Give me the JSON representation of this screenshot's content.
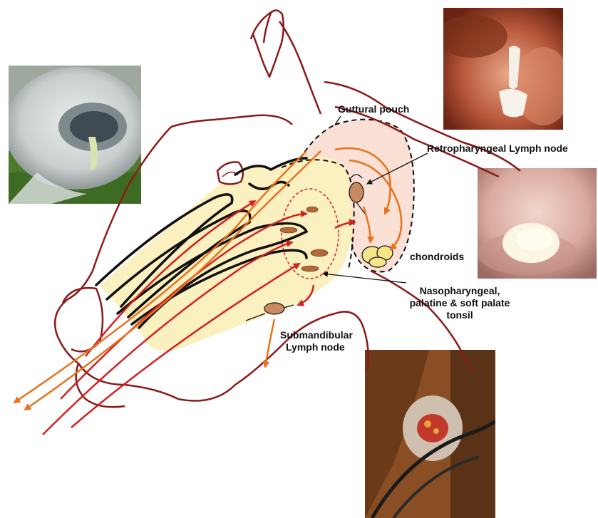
{
  "labels": {
    "guttural_pouch": "Guttural pouch",
    "retropharyngeal": "Retropharyngeal Lymph node",
    "chondroids": "chondroids",
    "tonsil_line1": "Nasopharyngeal,",
    "tonsil_line2": "palatine & soft palate",
    "tonsil_line3": "tonsil",
    "submandibular_line1": "Submandibular",
    "submandibular_line2": "Lymph node"
  },
  "photos": {
    "nostril": "photo-nasal-discharge",
    "guttural_endoscopy": "photo-guttural-pouch-endoscopy",
    "chondroid_endoscopy": "photo-chondroid-endoscopy",
    "abscess": "photo-submandibular-abscess"
  },
  "colors": {
    "outline": "#8b1a1a",
    "nasal_tract": "#fbf0c0",
    "pouch_fill": "#fbe0d6",
    "arrow_red": "#d42020",
    "arrow_orange": "#e8721c"
  }
}
